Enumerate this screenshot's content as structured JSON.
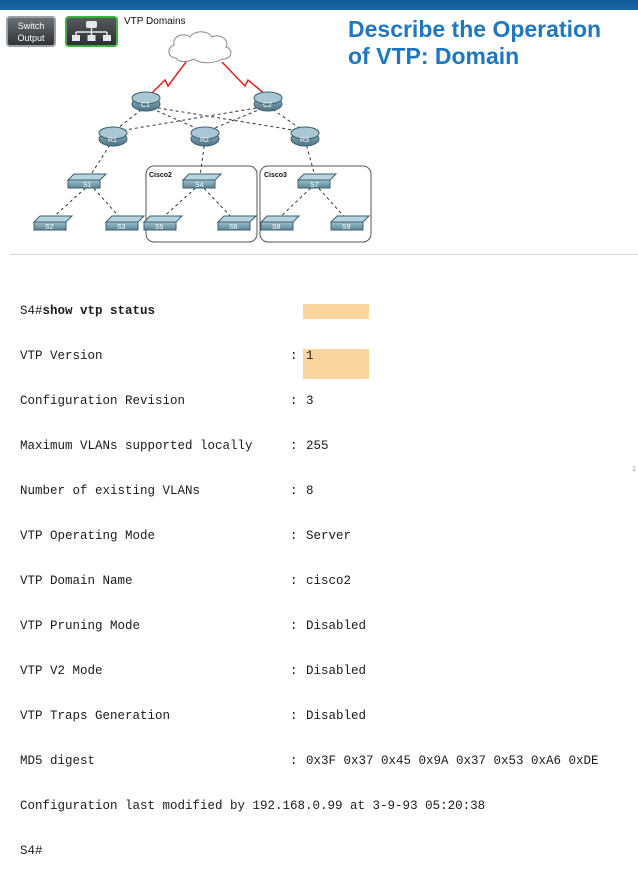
{
  "slide": {
    "title_line1": "Describe the Operation",
    "title_line2": "of VTP: Domain",
    "accent_color": "#1f77c0"
  },
  "controls": {
    "switch_output_line1": "Switch",
    "switch_output_line2": "Output",
    "vtp_domains_label": "VTP Domains",
    "vtp_domains_icon": "network-topology-icon"
  },
  "topology": {
    "core_routers": [
      "C1",
      "C2"
    ],
    "distribution_routers": [
      "R1",
      "R2",
      "R3"
    ],
    "domain_labels": [
      "Cisco2",
      "Cisco3"
    ],
    "switches": [
      "S1",
      "S4",
      "S7",
      "S2",
      "S3",
      "S5",
      "S6",
      "S8",
      "S9"
    ],
    "cloud_icon": "cloud-icon",
    "wan_link_icon": "lightning-link-icon"
  },
  "terminal": {
    "prompt": "S4#",
    "command": "show vtp status",
    "rows": [
      {
        "key": "VTP Version",
        "value": "1"
      },
      {
        "key": "Configuration Revision",
        "value": "3"
      },
      {
        "key": "Maximum VLANs supported locally",
        "value": "255"
      },
      {
        "key": "Number of existing VLANs",
        "value": "8"
      },
      {
        "key": "VTP Operating Mode",
        "value": "Server"
      },
      {
        "key": "VTP Domain Name",
        "value": "cisco2"
      },
      {
        "key": "VTP Pruning Mode",
        "value": "Disabled"
      },
      {
        "key": "VTP V2 Mode",
        "value": "Disabled"
      },
      {
        "key": "VTP Traps Generation",
        "value": "Disabled"
      },
      {
        "key": "MD5 digest",
        "value": "0x3F 0x37 0x45 0x9A 0x37 0x53 0xA6 0xDE"
      }
    ],
    "last_modified": "Configuration last modified by 192.168.0.99 at 3-9-93 05:20:38",
    "final_prompt": "S4#",
    "highlight_color": "#fcd49e"
  },
  "footer": {
    "page_number": "1"
  }
}
